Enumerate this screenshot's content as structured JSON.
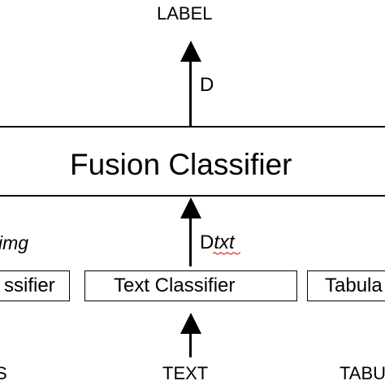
{
  "output": {
    "label": "LABEL",
    "decision": "D"
  },
  "fusion": {
    "title": "Fusion Classifier"
  },
  "image_branch": {
    "decision_suffix": "img",
    "classifier_label": "ssifier",
    "input_label": "S"
  },
  "text_branch": {
    "decision_prefix": "D",
    "decision_suffix": "txt",
    "classifier_label": "Text Classifier",
    "input_label": "TEXT"
  },
  "tabular_branch": {
    "classifier_label": "Tabula",
    "input_label": "TABU"
  },
  "colors": {
    "ink": "#000000",
    "spellcheck": "#e02020"
  }
}
